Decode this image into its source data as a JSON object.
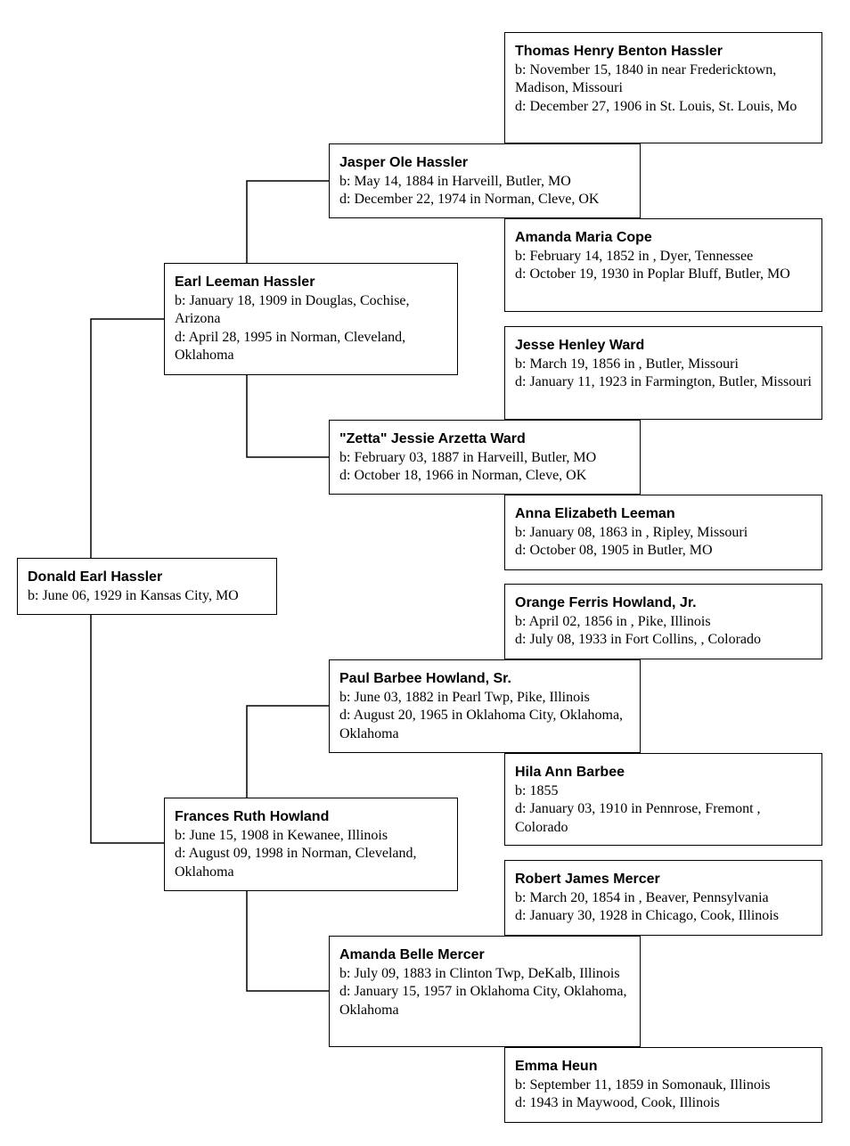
{
  "people": {
    "p1": {
      "name": "Donald Earl Hassler",
      "born": "b: June 06, 1929 in Kansas City, MO",
      "died": ""
    },
    "p2": {
      "name": "Earl Leeman Hassler",
      "born": "b: January 18, 1909 in Douglas, Cochise, Arizona",
      "died": "d: April 28, 1995 in Norman, Cleveland, Oklahoma"
    },
    "p3": {
      "name": "Frances Ruth Howland",
      "born": "b: June 15, 1908 in Kewanee, Illinois",
      "died": "d: August 09, 1998 in Norman, Cleveland, Oklahoma"
    },
    "p4": {
      "name": "Jasper Ole Hassler",
      "born": "b: May 14, 1884 in Harveill, Butler, MO",
      "died": "d: December 22, 1974 in Norman, Cleve, OK"
    },
    "p5": {
      "name": "\"Zetta\" Jessie Arzetta Ward",
      "born": "b: February 03, 1887 in Harveill, Butler, MO",
      "died": "d: October 18, 1966 in Norman, Cleve, OK"
    },
    "p6": {
      "name": "Paul Barbee Howland, Sr.",
      "born": "b: June 03, 1882 in Pearl Twp, Pike, Illinois",
      "died": "d: August 20, 1965 in Oklahoma City, Oklahoma, Oklahoma"
    },
    "p7": {
      "name": "Amanda Belle Mercer",
      "born": "b: July 09, 1883 in Clinton Twp, DeKalb, Illinois",
      "died": "d: January 15, 1957 in Oklahoma City, Oklahoma, Oklahoma"
    },
    "p8": {
      "name": "Thomas Henry Benton Hassler",
      "born": "b: November 15, 1840 in near Fredericktown, Madison, Missouri",
      "died": "d: December 27, 1906 in St. Louis, St. Louis, Mo"
    },
    "p9": {
      "name": "Amanda Maria Cope",
      "born": "b: February 14, 1852 in , Dyer, Tennessee",
      "died": "d: October 19, 1930 in Poplar Bluff, Butler, MO"
    },
    "p10": {
      "name": "Jesse Henley Ward",
      "born": "b: March 19, 1856 in , Butler, Missouri",
      "died": "d: January 11, 1923 in Farmington, Butler, Missouri"
    },
    "p11": {
      "name": "Anna Elizabeth Leeman",
      "born": "b: January 08, 1863 in , Ripley, Missouri",
      "died": "d: October 08, 1905 in Butler, MO"
    },
    "p12": {
      "name": "Orange Ferris Howland, Jr.",
      "born": "b: April 02, 1856 in , Pike, Illinois",
      "died": "d: July 08, 1933 in Fort Collins, , Colorado"
    },
    "p13": {
      "name": "Hila Ann Barbee",
      "born": "b: 1855",
      "died": "d: January 03, 1910 in Pennrose, Fremont , Colorado"
    },
    "p14": {
      "name": "Robert James Mercer",
      "born": "b: March 20, 1854 in , Beaver, Pennsylvania",
      "died": "d: January 30, 1928 in Chicago, Cook, Illinois"
    },
    "p15": {
      "name": "Emma Heun",
      "born": "b: September 11, 1859 in Somonauk, Illinois",
      "died": "d: 1943 in Maywood, Cook, Illinois"
    }
  },
  "parents": {
    "p1": [
      "p2",
      "p3"
    ],
    "p2": [
      "p4",
      "p5"
    ],
    "p3": [
      "p6",
      "p7"
    ],
    "p4": [
      "p8",
      "p9"
    ],
    "p5": [
      "p10",
      "p11"
    ],
    "p6": [
      "p12",
      "p13"
    ],
    "p7": [
      "p14",
      "p15"
    ]
  }
}
